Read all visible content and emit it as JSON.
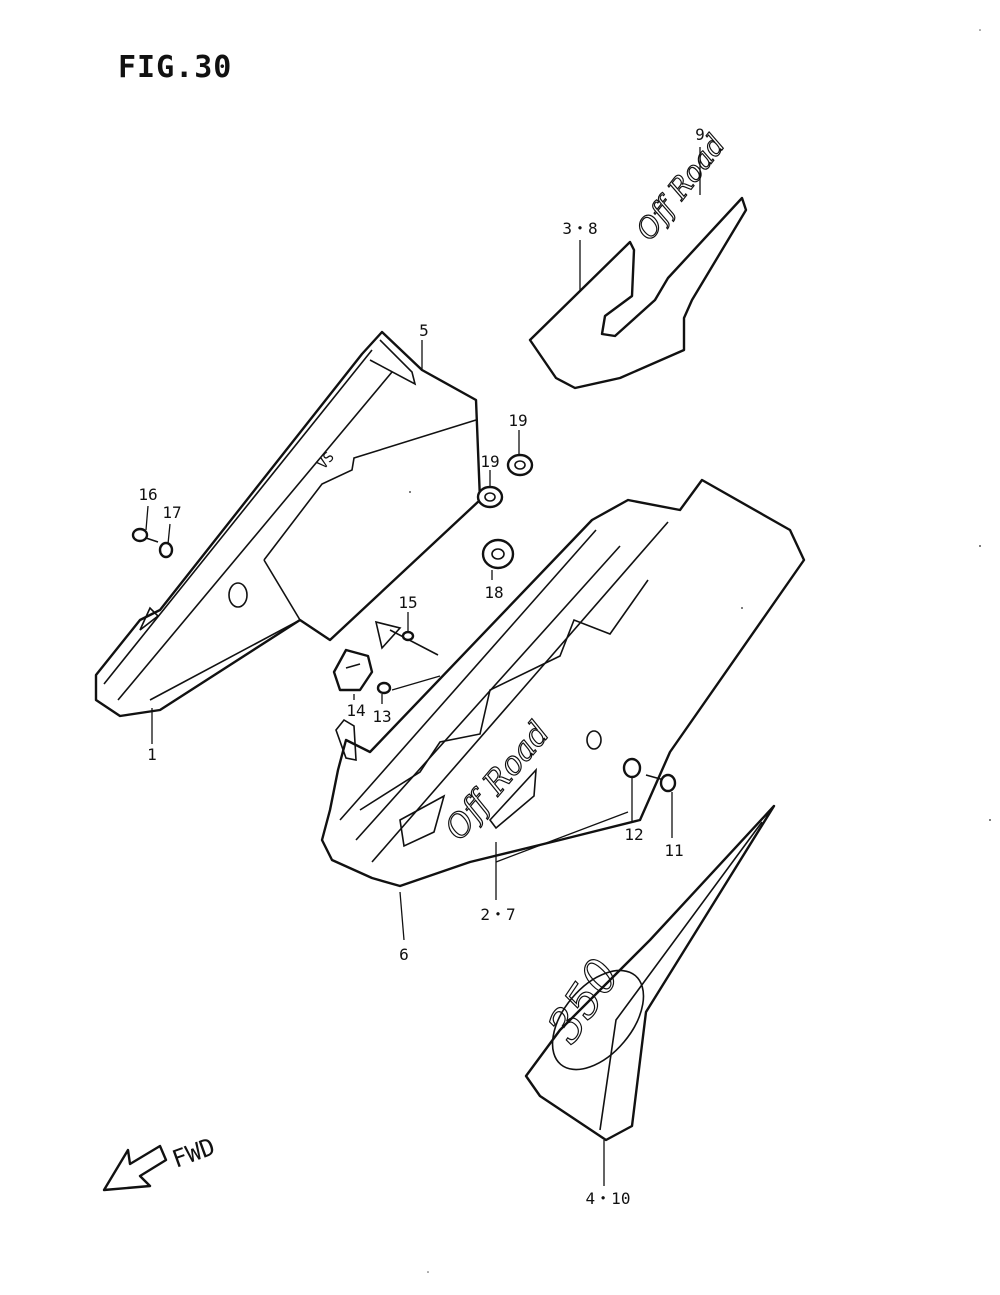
{
  "figure": {
    "title": "FIG.30"
  },
  "labels": {
    "p1": "1",
    "p2_7": "2・7",
    "p3_8": "3・8",
    "p4_10": "4・10",
    "p5": "5",
    "p6": "6",
    "p9": "9",
    "p11": "11",
    "p12": "12",
    "p13": "13",
    "p14": "14",
    "p15": "15",
    "p16": "16",
    "p17": "17",
    "p18": "18",
    "p19a": "19",
    "p19b": "19"
  },
  "decals": {
    "offroad_top": "Off Road",
    "offroad_side": "Off Road",
    "model_number": "350",
    "small_mark": "VS"
  },
  "direction": {
    "label": "FWD"
  }
}
